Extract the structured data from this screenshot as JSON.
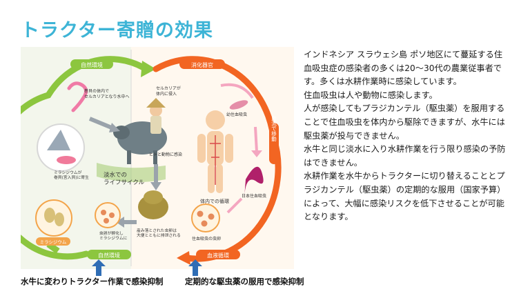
{
  "title": "トラクター寄贈の効果",
  "figure": {
    "labels": {
      "natural_env_top": "自然環境",
      "digestive_organ": "消化器官",
      "snail_body": "巻貝の体内で\nセルカリアとなり水中へ",
      "cercaria_entry": "セルカリアが\n体内に侵入",
      "young_fluke": "幼住血吸虫",
      "human_animal": "ヒトと動物に感染",
      "freshwater_cycle": "淡水での\nライフサイクル",
      "body_cycle": "体内での循環",
      "blood_movement": "血流で移動",
      "japan_fluke": "日本住血吸虫",
      "miracidium_host": "ミラシジウムが\n巻貝(宮入貝)に寄生",
      "miracidium": "ミラシジウム",
      "egg_hatch": "虫卵が孵化し\nミラシジウムに",
      "eggs_expelled": "産み落とされた虫卵は\n大便とともに排泄される",
      "fluke_eggs": "住血吸虫の虫卵",
      "natural_env_bottom": "自然環境",
      "blood_circulation": "血液循環"
    }
  },
  "body_paragraphs": [
    "インドネシア スラウェシ島 ポソ地区にて蔓延する住血吸虫症の感染者の多くは20〜30代の農業従事者です。多くは水耕作業時に感染しています。",
    "住血吸虫は人や動物に感染します。",
    "人が感染してもプラジカンテル（駆虫薬）を服用することで住血吸虫を体内から駆除できますが、水牛には駆虫薬が投与できません。",
    "水牛と同じ淡水に入り水耕作業を行う限り感染の予防はできません。",
    "水耕作業を水牛からトラクターに切り替えることとプラジカンテル（駆虫薬）の定期的な服用（国家予算）によって、大幅に感染リスクを低下させることが可能となります。"
  ],
  "captions": {
    "left": "水牛に変わりトラクター作業で感染抑制",
    "right": "定期的な駆虫薬の服用で感染抑制"
  },
  "colors": {
    "title": "#3db4d6",
    "green_cycle": "#8cc63f",
    "orange_cycle": "#f26522",
    "arrow_blue": "#2f6db5"
  }
}
